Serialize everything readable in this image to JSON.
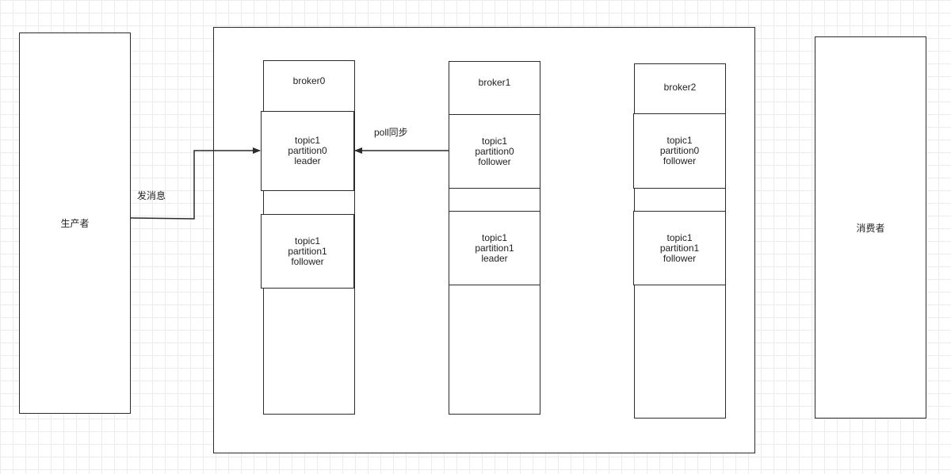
{
  "producer": {
    "label": "生产者"
  },
  "consumer": {
    "label": "消费者"
  },
  "edges": {
    "send": {
      "label": "发消息"
    },
    "sync": {
      "label": "poll同步"
    }
  },
  "brokers": [
    {
      "name": "broker0",
      "partitions": [
        {
          "topic": "topic1",
          "partition": "partition0",
          "role": "leader"
        },
        {
          "topic": "topic1",
          "partition": "partition1",
          "role": "follower"
        }
      ]
    },
    {
      "name": "broker1",
      "partitions": [
        {
          "topic": "topic1",
          "partition": "partition0",
          "role": "follower"
        },
        {
          "topic": "topic1",
          "partition": "partition1",
          "role": "leader"
        }
      ]
    },
    {
      "name": "broker2",
      "partitions": [
        {
          "topic": "topic1",
          "partition": "partition0",
          "role": "follower"
        },
        {
          "topic": "topic1",
          "partition": "partition1",
          "role": "follower"
        }
      ]
    }
  ],
  "colors": {
    "stroke": "#2b2b2b",
    "grid": "#ececec",
    "background": "#ffffff"
  }
}
